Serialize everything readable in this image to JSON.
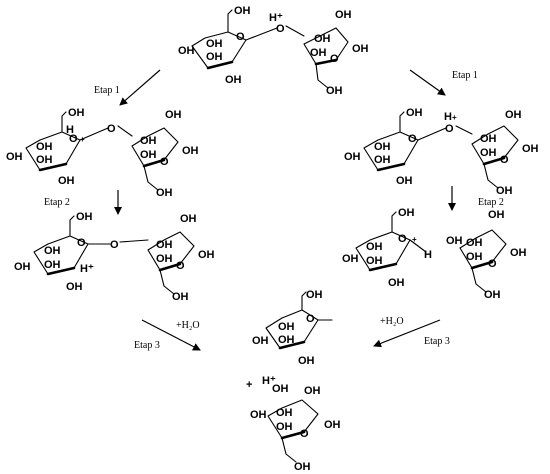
{
  "labels": {
    "oh": "OH",
    "o": "O",
    "h": "H",
    "hplus": "H⁺",
    "plus": "+",
    "water": "+H₂O",
    "step1": "Etap 1",
    "step2": "Etap 2",
    "step3": "Etap 3"
  },
  "colors": {
    "ink": "#000000",
    "background": "#ffffff"
  }
}
